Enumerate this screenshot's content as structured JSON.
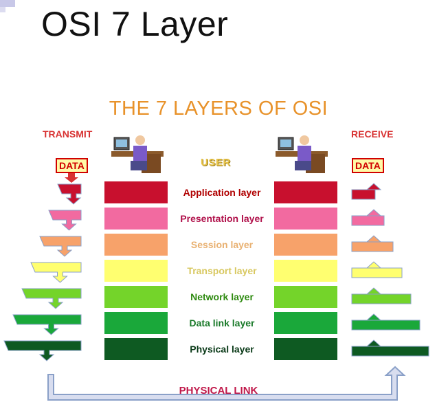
{
  "slide_title": "OSI 7 Layer",
  "diagram": {
    "title": "THE 7 LAYERS OF OSI",
    "transmit_label": "TRANSMIT",
    "receive_label": "RECEIVE",
    "data_label_left": "DATA",
    "data_label_right": "DATA",
    "user_label": "USER",
    "physical_link_label": "PHYSICAL LINK",
    "layers": [
      {
        "name": "Application layer",
        "color": "#c8102e",
        "text_color": "#b00000"
      },
      {
        "name": "Presentation layer",
        "color": "#f26aa0",
        "text_color": "#b0104a"
      },
      {
        "name": "Session layer",
        "color": "#f7a26a",
        "text_color": "#e8b070"
      },
      {
        "name": "Transport layer",
        "color": "#ffff70",
        "text_color": "#d8c860"
      },
      {
        "name": "Network layer",
        "color": "#74d42a",
        "text_color": "#2e8a10"
      },
      {
        "name": "Data link layer",
        "color": "#1aa83a",
        "text_color": "#1a7a2a"
      },
      {
        "name": "Physical layer",
        "color": "#0e5a22",
        "text_color": "#0a3a18"
      }
    ]
  }
}
